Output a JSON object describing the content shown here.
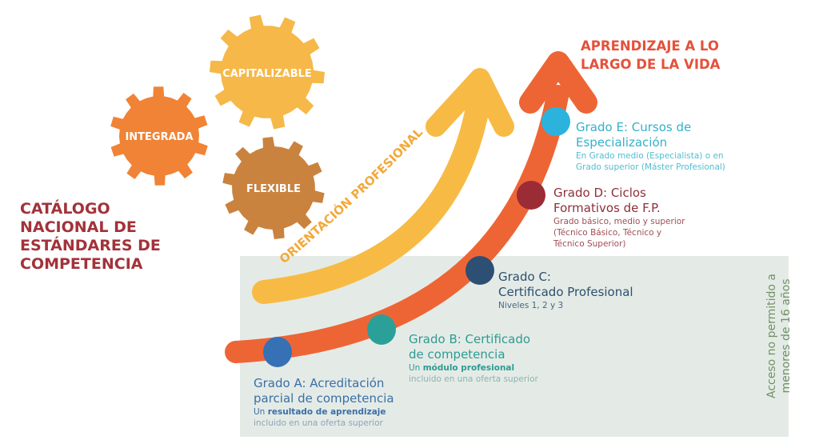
{
  "title": {
    "lines": [
      "CATÁLOGO",
      "NACIONAL DE",
      "ESTÁNDARES DE",
      "COMPETENCIA"
    ]
  },
  "gears": [
    {
      "label": "CAPITALIZABLE",
      "color": "#f6b848"
    },
    {
      "label": "INTEGRADA",
      "color": "#f08335"
    },
    {
      "label": "FLEXIBLE",
      "color": "#c9833f"
    }
  ],
  "arrows": {
    "orientation_label": "ORIENTACIÓN PROFESIONAL",
    "lifelong_label": [
      "APRENDIZAJE A LO",
      "LARGO DE LA VIDA"
    ],
    "orange": "#ee6535",
    "yellow": "#f7bb45"
  },
  "grades": {
    "e": {
      "title": [
        "Grado E: Cursos de",
        "Especialización"
      ],
      "sub": [
        "En Grado medio (Especialista) o en",
        "Grado superior (Máster Profesional)"
      ],
      "color": "#2bb3de"
    },
    "d": {
      "title": [
        "Grado D: Ciclos",
        "Formativos de F.P."
      ],
      "sub": [
        "Grado básico, medio y superior",
        "(Técnico Básico, Técnico y",
        "Técnico Superior)"
      ],
      "color": "#9b2b35"
    },
    "c": {
      "title": [
        "Grado C:",
        "Certificado Profesional"
      ],
      "sub": "Niveles 1, 2 y 3",
      "color": "#2c4f73"
    },
    "b": {
      "title": [
        "Grado B: Certificado",
        "de competencia"
      ],
      "sub_pre": "Un ",
      "sub_bold": "módulo profesional",
      "sub_post": "incluido en una oferta superior",
      "color": "#2aa099"
    },
    "a": {
      "title": [
        "Grado A: Acreditación",
        "parcial de competencia"
      ],
      "sub_pre": "Un ",
      "sub_bold": "resultado de aprendizaje",
      "sub_post": "incluido en una oferta superior",
      "color": "#3670b5"
    }
  },
  "restriction": [
    "Acceso no permitido a",
    "menores de 16 años"
  ]
}
